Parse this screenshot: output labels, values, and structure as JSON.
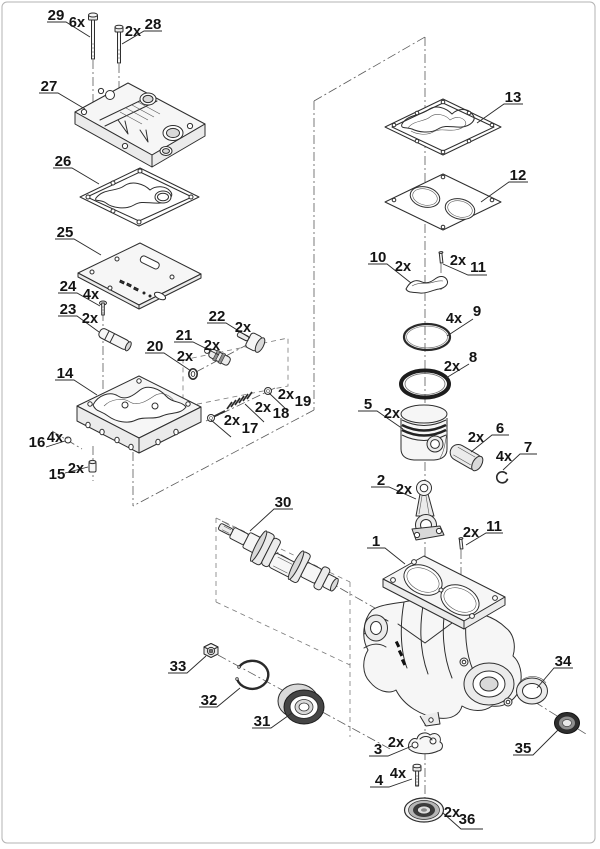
{
  "page": {
    "background": "#ffffff",
    "frame_color": "#b3b3b3",
    "line_color": "#2b2b2b"
  },
  "diagram": {
    "callouts": [
      {
        "number": "29",
        "qty": "6x"
      },
      {
        "number": "28",
        "qty": "2x"
      },
      {
        "number": "27"
      },
      {
        "number": "26"
      },
      {
        "number": "25"
      },
      {
        "number": "24",
        "qty": "4x"
      },
      {
        "number": "23",
        "qty": "2x"
      },
      {
        "number": "22",
        "qty": "2x"
      },
      {
        "number": "21",
        "qty": "2x"
      },
      {
        "number": "20",
        "qty": "2x"
      },
      {
        "number": "14"
      },
      {
        "number": "16",
        "qty": "4x"
      },
      {
        "number": "15",
        "qty": "2x"
      },
      {
        "number": "17",
        "qty": "2x"
      },
      {
        "number": "18",
        "qty": "2x"
      },
      {
        "number": "19",
        "qty": "2x"
      },
      {
        "number": "13"
      },
      {
        "number": "12"
      },
      {
        "number": "10",
        "qty": "2x"
      },
      {
        "number": "11",
        "qty": "2x"
      },
      {
        "number": "9",
        "qty": "4x"
      },
      {
        "number": "8",
        "qty": "2x"
      },
      {
        "number": "5",
        "qty": "2x"
      },
      {
        "number": "6",
        "qty": "2x"
      },
      {
        "number": "7",
        "qty": "4x"
      },
      {
        "number": "2",
        "qty": "2x"
      },
      {
        "number": "11",
        "qty": "2x"
      },
      {
        "number": "1"
      },
      {
        "number": "30"
      },
      {
        "number": "33"
      },
      {
        "number": "32"
      },
      {
        "number": "31"
      },
      {
        "number": "34"
      },
      {
        "number": "35"
      },
      {
        "number": "3",
        "qty": "2x"
      },
      {
        "number": "4",
        "qty": "4x"
      },
      {
        "number": "36",
        "qty": "2x"
      }
    ]
  }
}
